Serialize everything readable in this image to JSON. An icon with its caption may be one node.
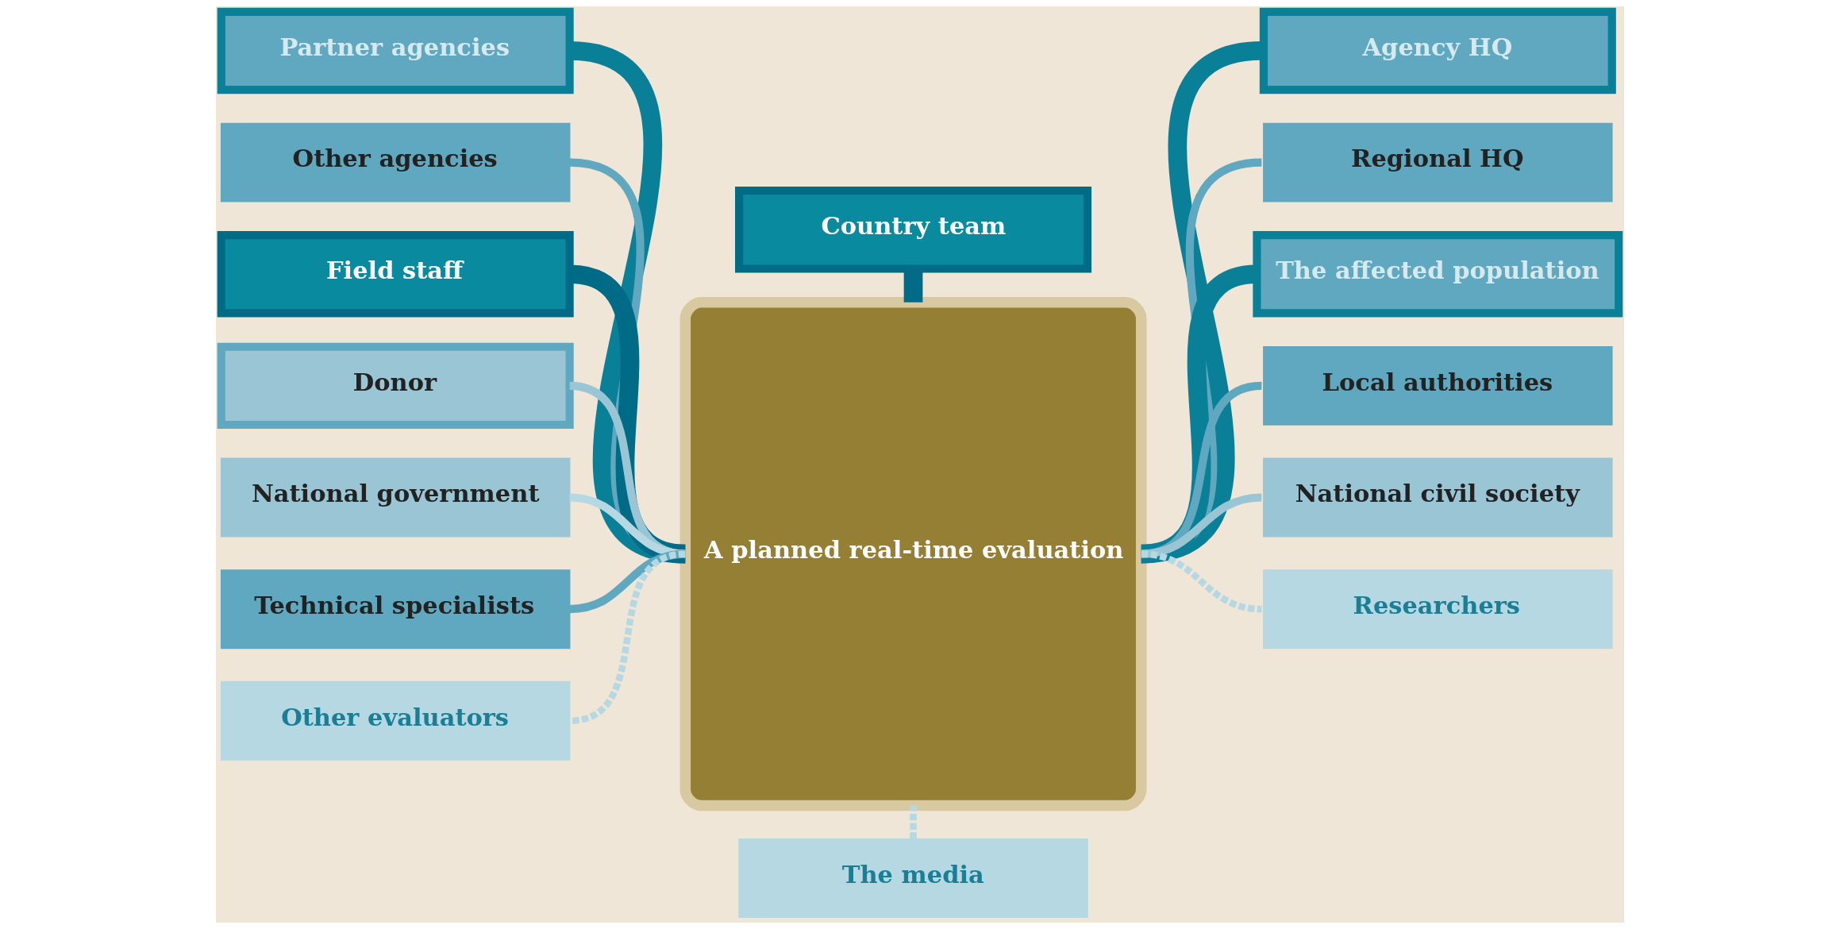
{
  "diagram": {
    "nodes": [
      {
        "text": [
          "Partner agencies"
        ]
      },
      {
        "text": [
          "Country team"
        ]
      },
      {
        "text": [
          "Agency HQ"
        ]
      },
      {
        "text": [
          "Other agencies"
        ]
      },
      {
        "text": [
          "Regional HQ"
        ]
      },
      {
        "text": [
          "Field staff"
        ]
      },
      {
        "text": [
          "The affected population"
        ]
      },
      {
        "text": [
          "A planned real-time evaluation"
        ]
      },
      {
        "text": [
          "Donor"
        ]
      },
      {
        "text": [
          "Local authorities"
        ]
      },
      {
        "text": [
          "National government"
        ]
      },
      {
        "text": [
          "National civil society"
        ]
      },
      {
        "text": [
          "Technical specialists"
        ]
      },
      {
        "text": [
          "Other evaluators"
        ]
      },
      {
        "text": [
          "The media"
        ]
      },
      {
        "text": [
          "Researchers"
        ]
      }
    ],
    "edges": [
      {
        "from": 7,
        "to": 0,
        "arrow": "none",
        "style": "thick",
        "color": "#0a8098"
      },
      {
        "from": 7,
        "to": 1,
        "arrow": "none",
        "style": "thick",
        "color": "#006b86"
      },
      {
        "from": 7,
        "to": 2,
        "arrow": "none",
        "style": "thick",
        "color": "#0a8098"
      },
      {
        "from": 7,
        "to": 3,
        "arrow": "none"
      },
      {
        "from": 7,
        "to": 4,
        "arrow": "none"
      },
      {
        "from": 7,
        "to": 5,
        "arrow": "none",
        "style": "thick",
        "color": "#006b86"
      },
      {
        "from": 7,
        "to": 6,
        "arrow": "none",
        "style": "thick",
        "color": "#0a8098"
      },
      {
        "from": 7,
        "to": 8,
        "arrow": "none",
        "color": "#9ac5d4"
      },
      {
        "from": 7,
        "to": 9,
        "arrow": "none"
      },
      {
        "from": 7,
        "to": 10,
        "arrow": "none",
        "color": "#b5d8e2"
      },
      {
        "from": 7,
        "to": 11,
        "arrow": "none",
        "color": "#9ac5d4"
      },
      {
        "from": 7,
        "to": 12,
        "arrow": "none"
      },
      {
        "from": 7,
        "to": 13,
        "arrow": "none",
        "style": "dashed",
        "color": "#b5d8e2"
      },
      {
        "from": 7,
        "to": 14,
        "arrow": "none",
        "style": "dashed",
        "color": "#b5d8e2"
      },
      {
        "from": 7,
        "to": 15,
        "arrow": "none",
        "style": "dashed",
        "color": "#b5d8e2"
      }
    ]
  }
}
